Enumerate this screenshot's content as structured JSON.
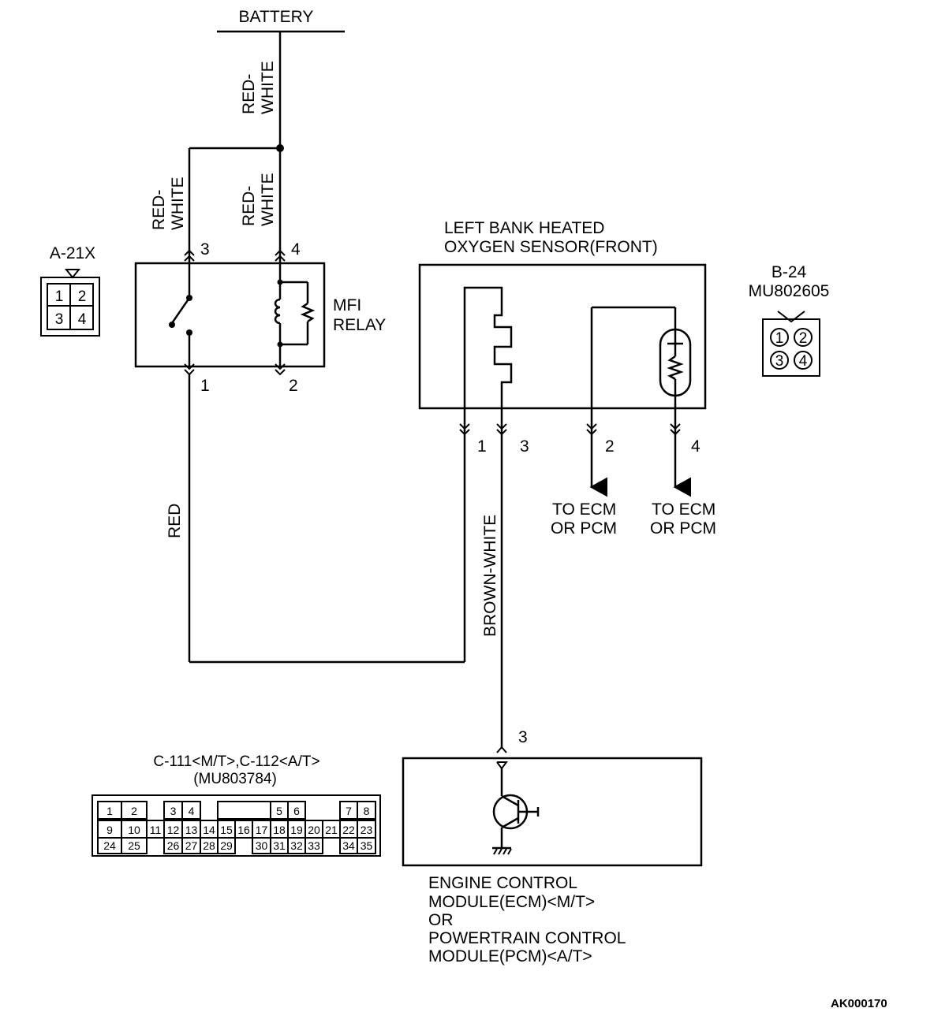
{
  "battery": {
    "label": "BATTERY"
  },
  "wires": {
    "main_top": [
      "RED-",
      "WHITE"
    ],
    "left_branch": [
      "RED-",
      "WHITE"
    ],
    "right_branch": [
      "RED-",
      "WHITE"
    ],
    "red": "RED",
    "brown_white": "BROWN-WHITE"
  },
  "mfi_relay": {
    "label_line1": "MFI",
    "label_line2": "RELAY",
    "pins": {
      "p1": "1",
      "p2": "2",
      "p3": "3",
      "p4": "4"
    }
  },
  "connector_a21x": {
    "label": "A-21X",
    "pins": [
      "1",
      "2",
      "3",
      "4"
    ]
  },
  "sensor": {
    "title_line1": "LEFT BANK HEATED",
    "title_line2": "OXYGEN SENSOR(FRONT)",
    "pins": {
      "p1": "1",
      "p2": "2",
      "p3": "3",
      "p4": "4"
    },
    "to_ecm_a": [
      "TO ECM",
      "OR PCM"
    ],
    "to_ecm_b": [
      "TO ECM",
      "OR PCM"
    ]
  },
  "connector_b24": {
    "label": "B-24",
    "part": "MU802605",
    "pins": [
      "1",
      "2",
      "3",
      "4"
    ]
  },
  "connector_c111": {
    "label": "C-111<M/T>,C-112<A/T>",
    "part": "(MU803784)",
    "row1": [
      "1",
      "2",
      "3",
      "4",
      "5",
      "6",
      "7",
      "8"
    ],
    "row2": [
      "9",
      "10",
      "11",
      "12",
      "13",
      "14",
      "15",
      "16",
      "17",
      "18",
      "19",
      "20",
      "21",
      "22",
      "23"
    ],
    "row3": [
      "24",
      "25",
      "26",
      "27",
      "28",
      "29",
      "30",
      "31",
      "32",
      "33",
      "34",
      "35"
    ]
  },
  "ecm": {
    "pin": "3",
    "lines": [
      "ENGINE CONTROL",
      "MODULE(ECM)<M/T>",
      "OR",
      "POWERTRAIN CONTROL",
      "MODULE(PCM)<A/T>"
    ]
  },
  "figure_code": "AK000170"
}
